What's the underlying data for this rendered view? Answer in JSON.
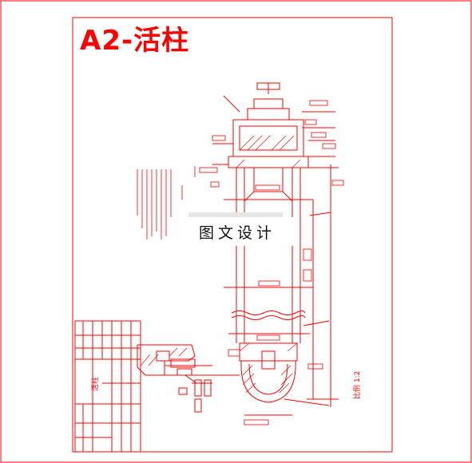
{
  "title": "A2-活柱",
  "watermark": "图文设计",
  "scale_note": "比例 1:2",
  "title_block": {
    "part_name": "活柱"
  },
  "colors": {
    "line": "#ff0000",
    "watermark_text": "#111111"
  }
}
